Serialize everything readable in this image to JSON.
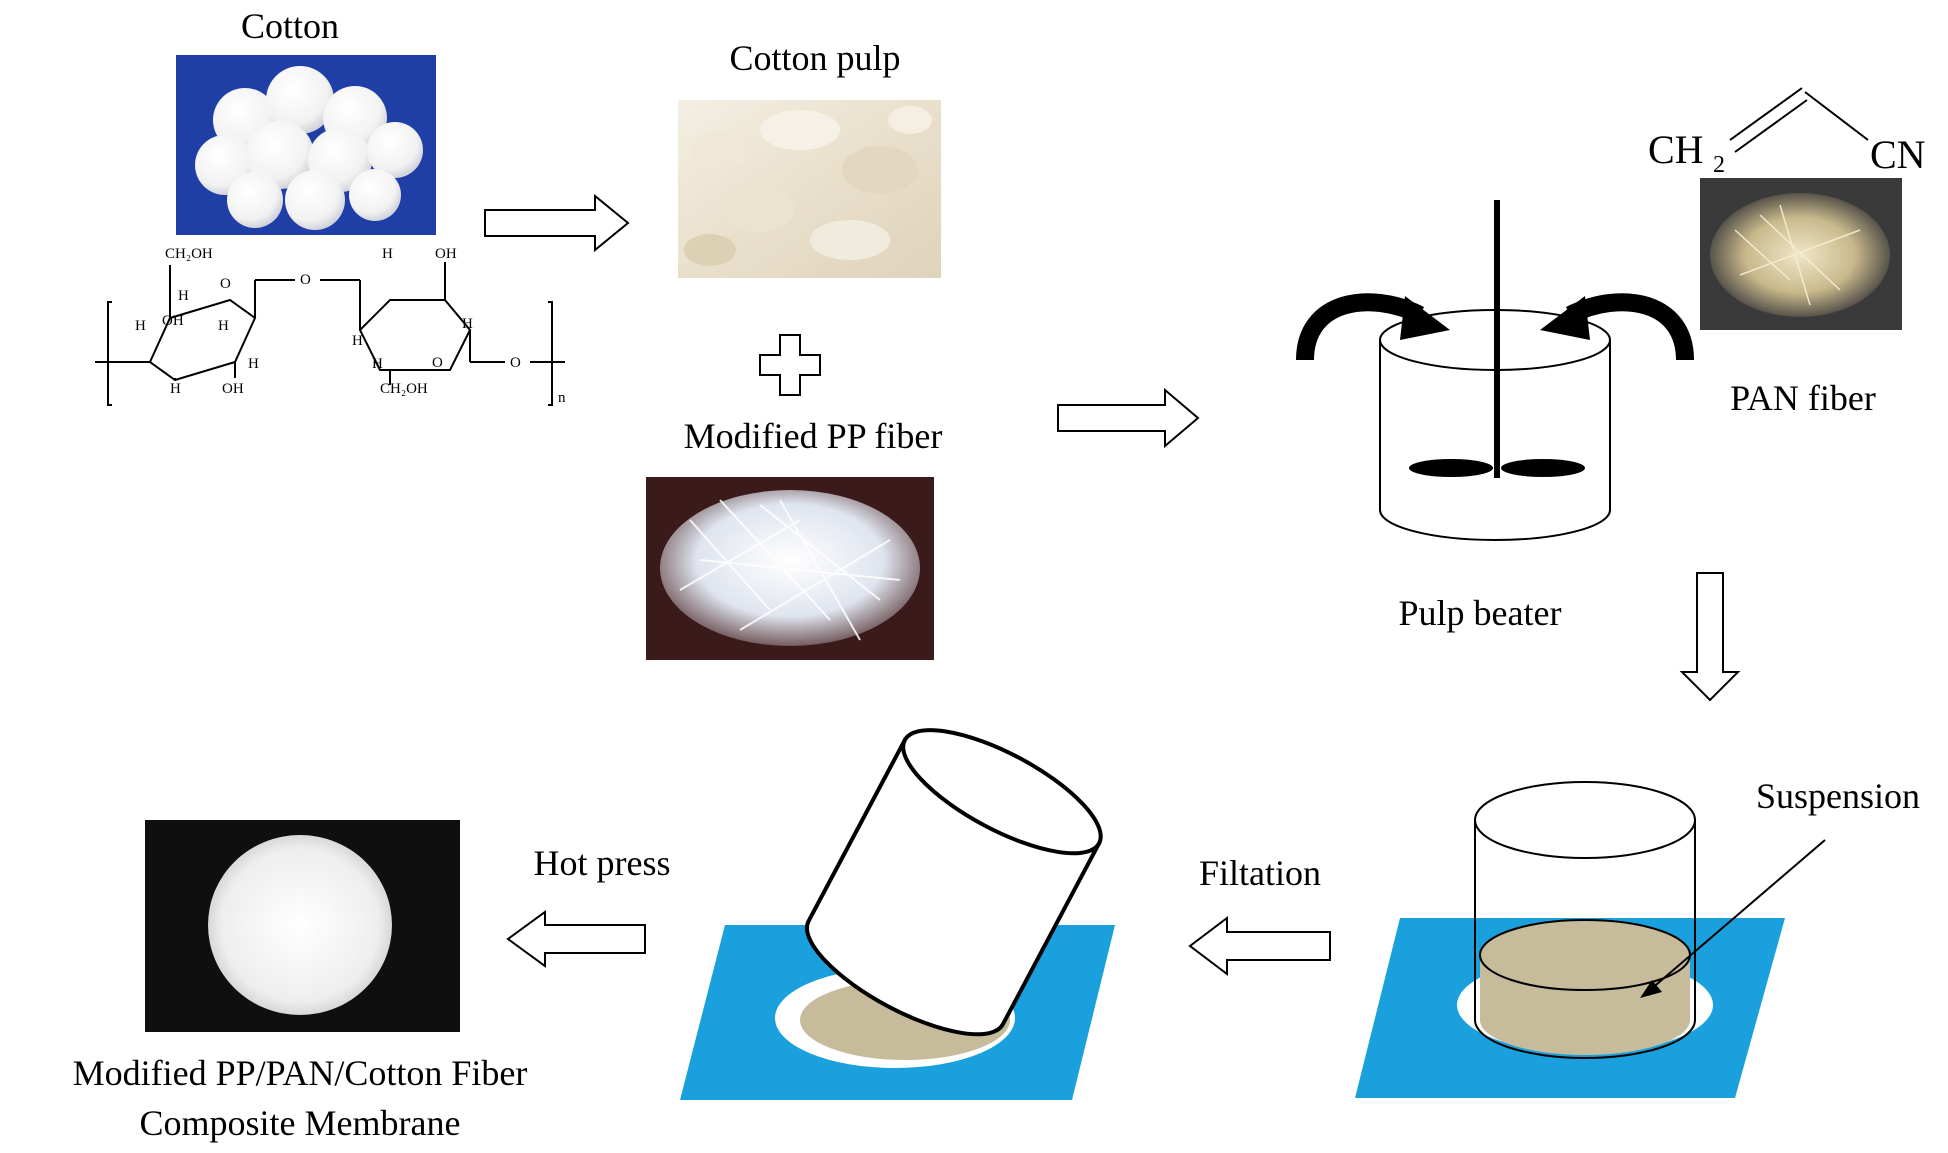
{
  "labels": {
    "cotton": "Cotton",
    "cotton_pulp": "Cotton pulp",
    "modified_pp_fiber": "Modified PP fiber",
    "pan_fiber": "PAN fiber",
    "pulp_beater": "Pulp beater",
    "suspension": "Suspension",
    "filtation": "Filtation",
    "hot_press": "Hot press",
    "membrane_line1": "Modified PP/PAN/Cotton Fiber",
    "membrane_line2": "Composite Membrane"
  },
  "cellulose_structure": {
    "ch2oh": "CH₂OH",
    "oh": "OH",
    "h": "H",
    "o": "O",
    "n": "n"
  },
  "acrylonitrile": {
    "ch2": "CH",
    "sub2": "2",
    "cn": "CN"
  },
  "colors": {
    "filter_paper": "#1aa0dd",
    "suspension": "#c6bb9a",
    "cotton_photo_bg": "#1f3fa6",
    "membrane_photo_bg": "#0f0f0f",
    "pp_photo_bg": "#3a1a1a"
  }
}
